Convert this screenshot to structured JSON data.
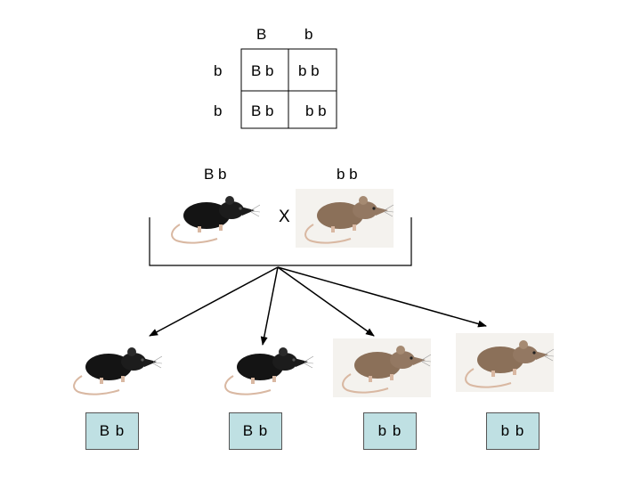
{
  "punnett": {
    "col_headers": [
      "B",
      "b"
    ],
    "row_headers": [
      "b",
      "b"
    ],
    "cells": [
      [
        "B b",
        "b b"
      ],
      [
        "B b",
        "b b"
      ]
    ]
  },
  "parents": {
    "left_label": "B b",
    "right_label": "b b",
    "cross_symbol": "X",
    "left_color": "black",
    "right_color": "brown"
  },
  "offspring": [
    {
      "label": "B b",
      "color": "black"
    },
    {
      "label": "B b",
      "color": "black"
    },
    {
      "label": "b b",
      "color": "brown"
    },
    {
      "label": "b b",
      "color": "brown"
    }
  ],
  "colors": {
    "label_box_fill": "#bfe0e3",
    "black_fur": "#141414",
    "brown_fur": "#8b7059"
  }
}
